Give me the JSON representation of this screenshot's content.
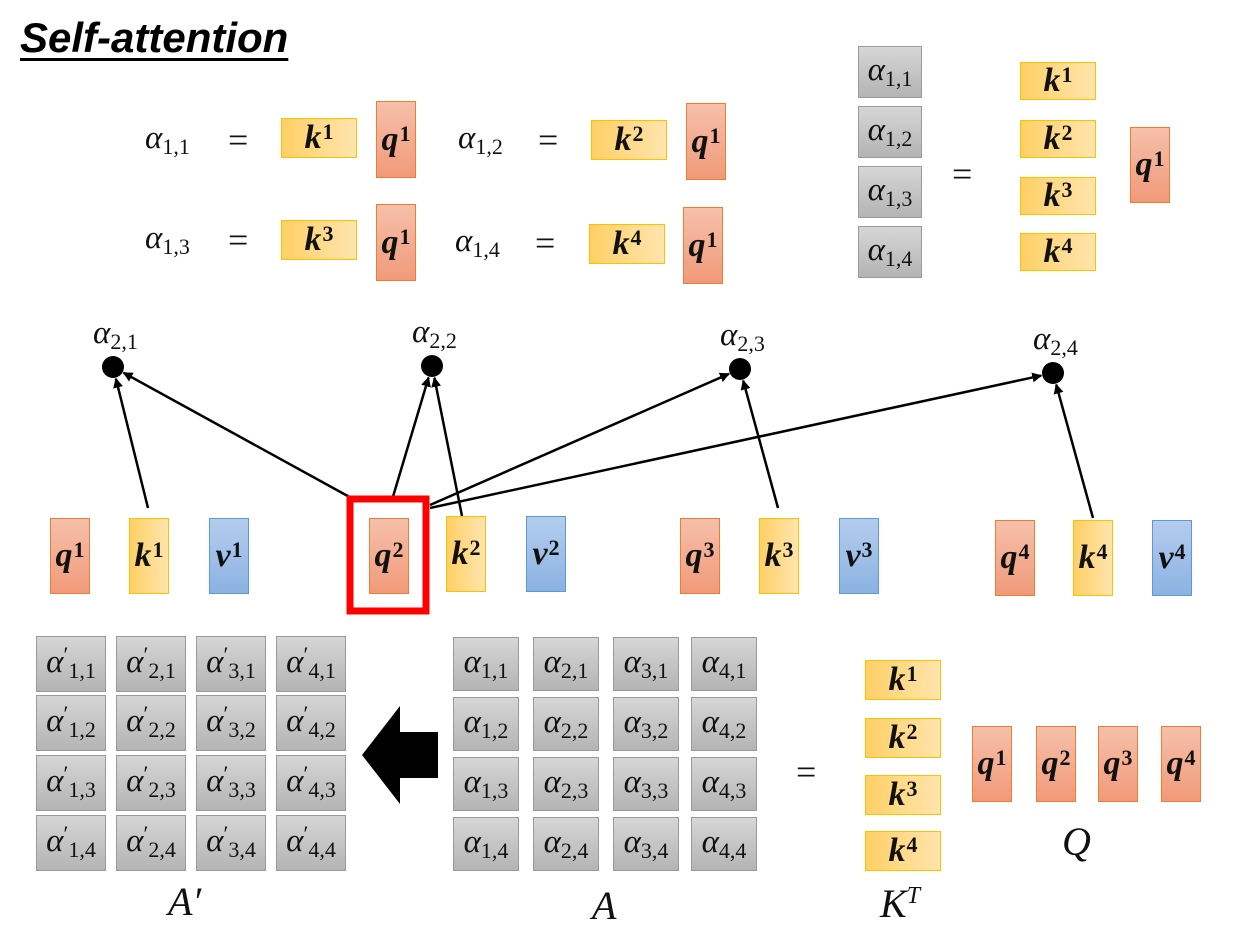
{
  "title": "Self-attention",
  "equals": "=",
  "alpha": "α",
  "prime": "′",
  "top_equations": [
    {
      "sub": "1,1",
      "key": "k",
      "key_sup": "1",
      "query": "q",
      "query_sup": "1"
    },
    {
      "sub": "1,2",
      "key": "k",
      "key_sup": "2",
      "query": "q",
      "query_sup": "1"
    },
    {
      "sub": "1,3",
      "key": "k",
      "key_sup": "3",
      "query": "q",
      "query_sup": "1"
    },
    {
      "sub": "1,4",
      "key": "k",
      "key_sup": "4",
      "query": "q",
      "query_sup": "1"
    }
  ],
  "column_equation": {
    "alpha_subs": [
      "1,1",
      "1,2",
      "1,3",
      "1,4"
    ],
    "key": "k",
    "key_sups": [
      "1",
      "2",
      "3",
      "4"
    ],
    "query": "q",
    "query_sup": "1"
  },
  "scores": [
    "2,1",
    "2,2",
    "2,3",
    "2,4"
  ],
  "tokens": [
    {
      "q": "q",
      "k": "k",
      "v": "v",
      "sup": "1"
    },
    {
      "q": "q",
      "k": "k",
      "v": "v",
      "sup": "2"
    },
    {
      "q": "q",
      "k": "k",
      "v": "v",
      "sup": "3"
    },
    {
      "q": "q",
      "k": "k",
      "v": "v",
      "sup": "4"
    }
  ],
  "matrix_A_prime": {
    "label": "A′",
    "cells": [
      [
        "1,1",
        "2,1",
        "3,1",
        "4,1"
      ],
      [
        "1,2",
        "2,2",
        "3,2",
        "4,2"
      ],
      [
        "1,3",
        "2,3",
        "3,3",
        "4,3"
      ],
      [
        "1,4",
        "2,4",
        "3,4",
        "4,4"
      ]
    ]
  },
  "matrix_A": {
    "label": "A",
    "cells": [
      [
        "1,1",
        "2,1",
        "3,1",
        "4,1"
      ],
      [
        "1,2",
        "2,2",
        "3,2",
        "4,2"
      ],
      [
        "1,3",
        "2,3",
        "3,3",
        "4,3"
      ],
      [
        "1,4",
        "2,4",
        "3,4",
        "4,4"
      ]
    ]
  },
  "matrix_KT": {
    "label": "K",
    "sup": "T",
    "key": "k",
    "sups": [
      "1",
      "2",
      "3",
      "4"
    ]
  },
  "matrix_Q": {
    "label": "Q",
    "query": "q",
    "sups": [
      "1",
      "2",
      "3",
      "4"
    ]
  },
  "colors": {
    "query": "#f19a7a",
    "key": "#ffd066",
    "value": "#8cb2e2",
    "score": "#c4c4c4",
    "highlight": "#ff0000"
  }
}
